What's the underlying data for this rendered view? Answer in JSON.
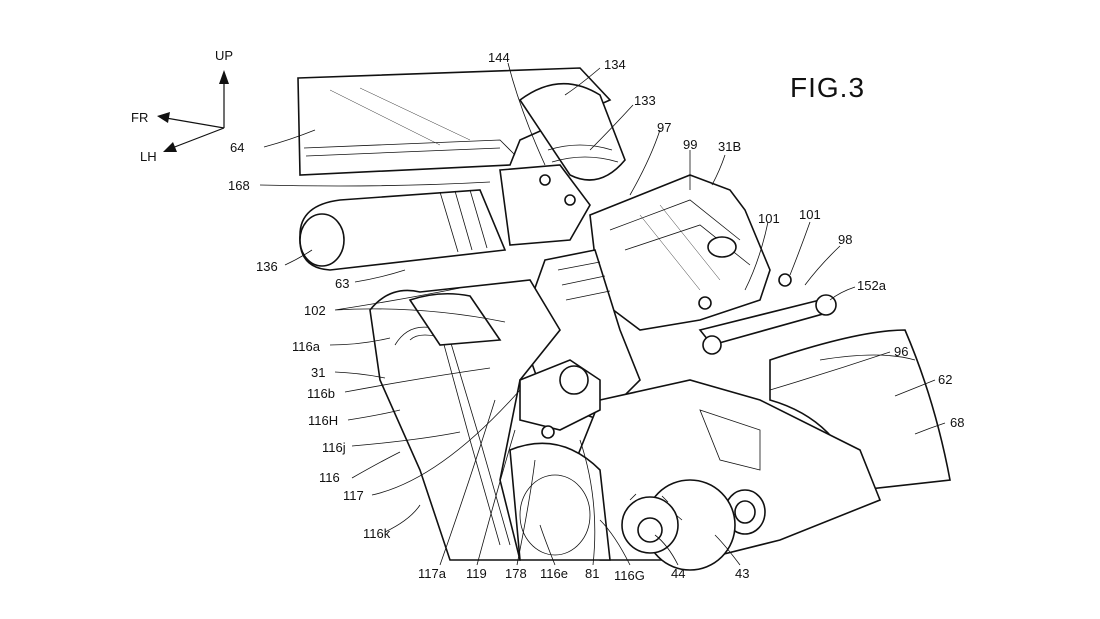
{
  "figure": {
    "title": "FIG.3"
  },
  "axes": {
    "up": "UP",
    "front": "FR",
    "left": "LH"
  },
  "labels": {
    "l144": "144",
    "l134": "134",
    "l133": "133",
    "l97": "97",
    "l99": "99",
    "l31B": "31B",
    "l64": "64",
    "l168": "168",
    "l136": "136",
    "l63": "63",
    "l101a": "101",
    "l101b": "101",
    "l98": "98",
    "l152a": "152a",
    "l102": "102",
    "l116a": "116a",
    "l31": "31",
    "l116b": "116b",
    "l116H": "116H",
    "l116j": "116j",
    "l116": "116",
    "l117": "117",
    "l116k": "116k",
    "l96": "96",
    "l62": "62",
    "l68": "68",
    "l117a": "117a",
    "l119": "119",
    "l178": "178",
    "l116e": "116e",
    "l81": "81",
    "l116G": "116G",
    "l44": "44",
    "l43": "43"
  }
}
